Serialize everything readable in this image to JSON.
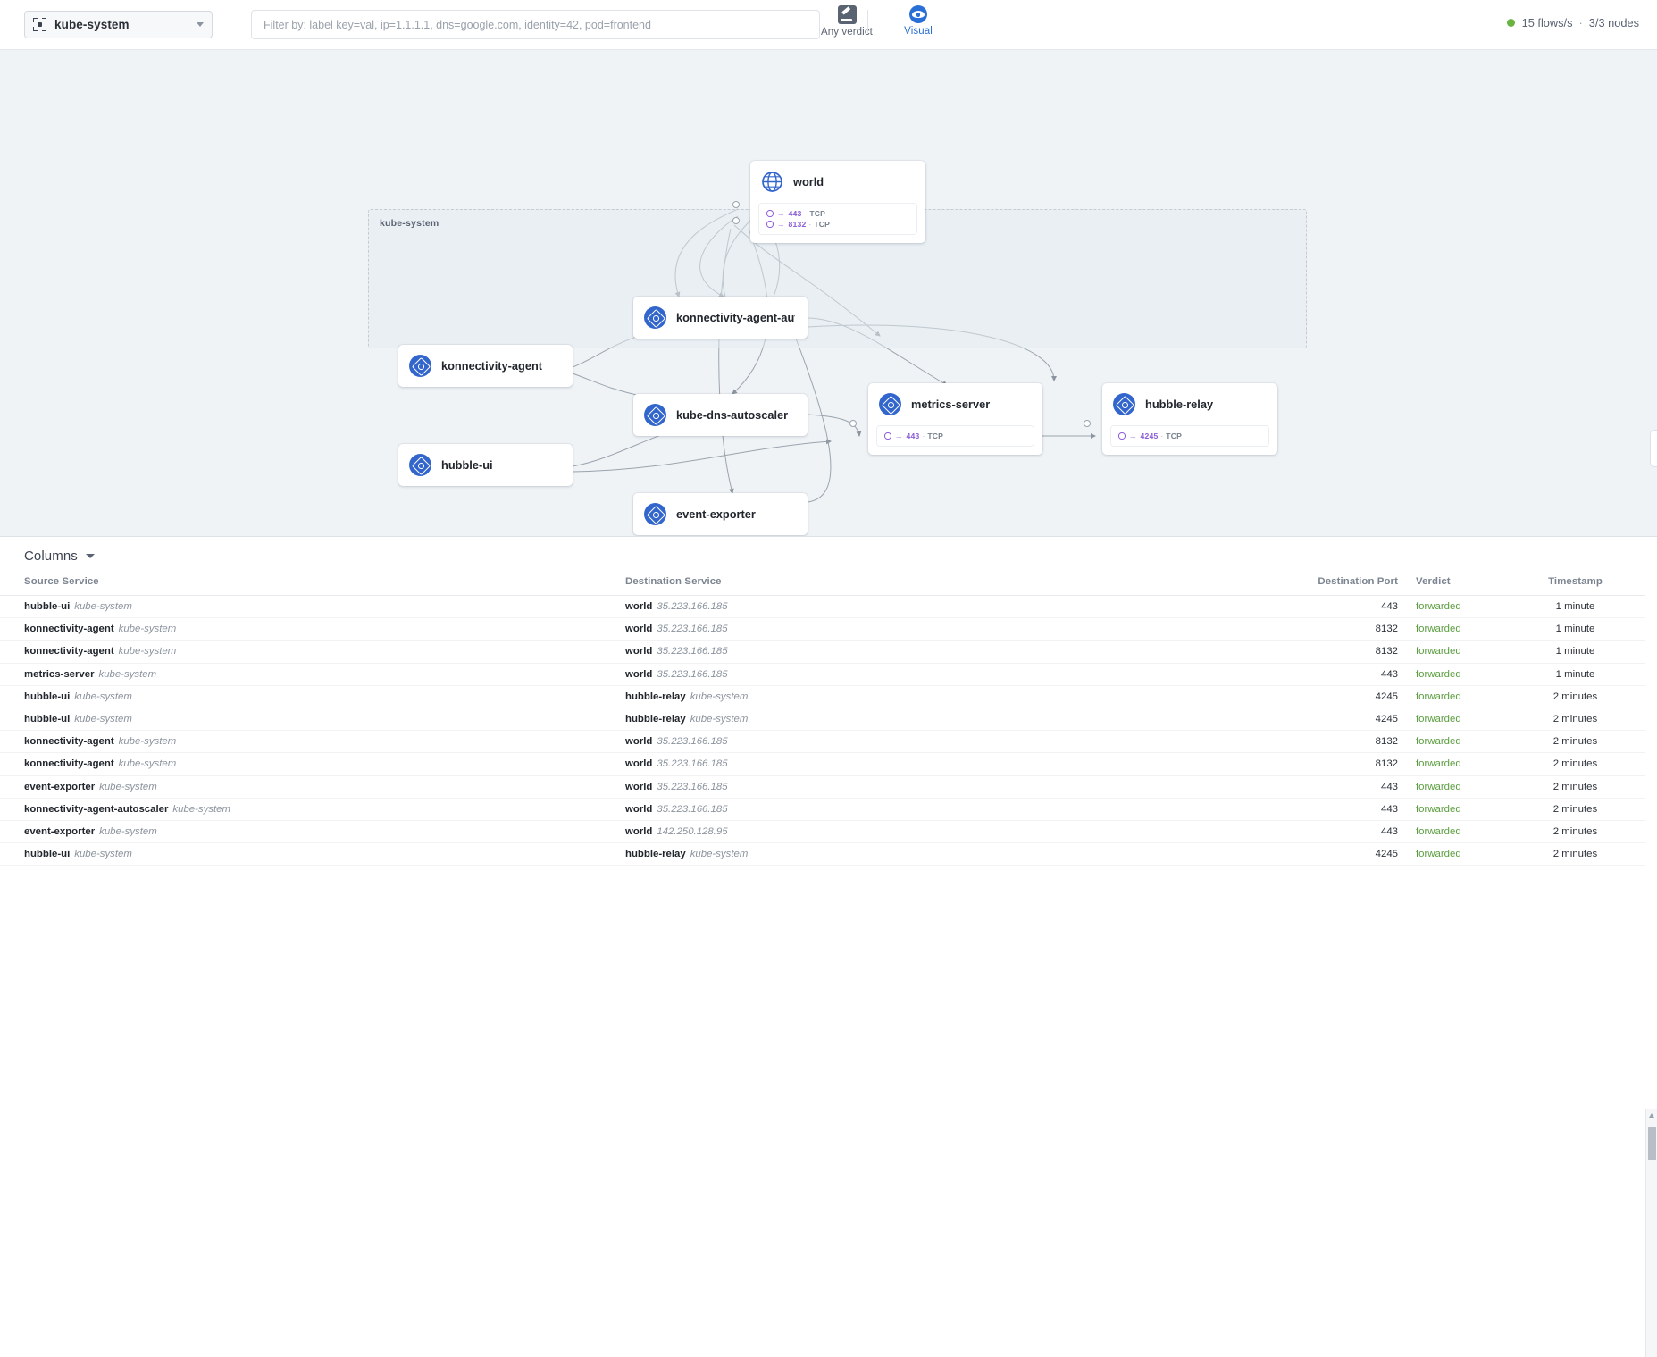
{
  "toolbar": {
    "namespace_value": "kube-system",
    "namespace_icon": "namespace-icon",
    "filter_placeholder": "Filter by: label key=val, ip=1.1.1.1, dns=google.com, identity=42, pod=frontend",
    "filter_value": "",
    "verdict_label": "Any verdict",
    "verdict_icon": "gavel-icon",
    "visual_label": "Visual",
    "visual_icon": "eye-icon",
    "status_flows": "15 flows/s",
    "status_sep": "·",
    "status_nodes": "3/3 nodes",
    "status_color": "#69b341"
  },
  "map": {
    "cluster_label": "kube-system",
    "nodes": [
      {
        "id": "world",
        "title": "world",
        "icon": "globe-icon",
        "ports": [
          {
            "port": "443",
            "proto": "TCP"
          },
          {
            "port": "8132",
            "proto": "TCP"
          }
        ]
      },
      {
        "id": "konnectivity-agent-autoscaler",
        "title": "konnectivity-agent-autosc…",
        "icon": "kubernetes-icon",
        "ports": []
      },
      {
        "id": "konnectivity-agent",
        "title": "konnectivity-agent",
        "icon": "kubernetes-icon",
        "ports": []
      },
      {
        "id": "kube-dns-autoscaler",
        "title": "kube-dns-autoscaler",
        "icon": "kubernetes-icon",
        "ports": []
      },
      {
        "id": "metrics-server",
        "title": "metrics-server",
        "icon": "kubernetes-icon",
        "ports": [
          {
            "port": "443",
            "proto": "TCP"
          }
        ]
      },
      {
        "id": "hubble-relay",
        "title": "hubble-relay",
        "icon": "kubernetes-icon",
        "ports": [
          {
            "port": "4245",
            "proto": "TCP"
          }
        ]
      },
      {
        "id": "hubble-ui",
        "title": "hubble-ui",
        "icon": "kubernetes-icon",
        "ports": []
      },
      {
        "id": "event-exporter",
        "title": "event-exporter",
        "icon": "kubernetes-icon",
        "ports": []
      }
    ]
  },
  "flows": {
    "columns_label": "Columns",
    "headers": {
      "source": "Source Service",
      "destination": "Destination Service",
      "port": "Destination Port",
      "verdict": "Verdict",
      "timestamp": "Timestamp"
    },
    "rows": [
      {
        "src_name": "hubble-ui",
        "src_ns": "kube-system",
        "dst_name": "world",
        "dst_ns": "35.223.166.185",
        "port": "443",
        "verdict": "forwarded",
        "ts": "1 minute"
      },
      {
        "src_name": "konnectivity-agent",
        "src_ns": "kube-system",
        "dst_name": "world",
        "dst_ns": "35.223.166.185",
        "port": "8132",
        "verdict": "forwarded",
        "ts": "1 minute"
      },
      {
        "src_name": "konnectivity-agent",
        "src_ns": "kube-system",
        "dst_name": "world",
        "dst_ns": "35.223.166.185",
        "port": "8132",
        "verdict": "forwarded",
        "ts": "1 minute"
      },
      {
        "src_name": "metrics-server",
        "src_ns": "kube-system",
        "dst_name": "world",
        "dst_ns": "35.223.166.185",
        "port": "443",
        "verdict": "forwarded",
        "ts": "1 minute"
      },
      {
        "src_name": "hubble-ui",
        "src_ns": "kube-system",
        "dst_name": "hubble-relay",
        "dst_ns": "kube-system",
        "port": "4245",
        "verdict": "forwarded",
        "ts": "2 minutes"
      },
      {
        "src_name": "hubble-ui",
        "src_ns": "kube-system",
        "dst_name": "hubble-relay",
        "dst_ns": "kube-system",
        "port": "4245",
        "verdict": "forwarded",
        "ts": "2 minutes"
      },
      {
        "src_name": "konnectivity-agent",
        "src_ns": "kube-system",
        "dst_name": "world",
        "dst_ns": "35.223.166.185",
        "port": "8132",
        "verdict": "forwarded",
        "ts": "2 minutes"
      },
      {
        "src_name": "konnectivity-agent",
        "src_ns": "kube-system",
        "dst_name": "world",
        "dst_ns": "35.223.166.185",
        "port": "8132",
        "verdict": "forwarded",
        "ts": "2 minutes"
      },
      {
        "src_name": "event-exporter",
        "src_ns": "kube-system",
        "dst_name": "world",
        "dst_ns": "35.223.166.185",
        "port": "443",
        "verdict": "forwarded",
        "ts": "2 minutes"
      },
      {
        "src_name": "konnectivity-agent-autoscaler",
        "src_ns": "kube-system",
        "dst_name": "world",
        "dst_ns": "35.223.166.185",
        "port": "443",
        "verdict": "forwarded",
        "ts": "2 minutes"
      },
      {
        "src_name": "event-exporter",
        "src_ns": "kube-system",
        "dst_name": "world",
        "dst_ns": "142.250.128.95",
        "port": "443",
        "verdict": "forwarded",
        "ts": "2 minutes"
      },
      {
        "src_name": "hubble-ui",
        "src_ns": "kube-system",
        "dst_name": "hubble-relay",
        "dst_ns": "kube-system",
        "port": "4245",
        "verdict": "forwarded",
        "ts": "2 minutes"
      }
    ]
  }
}
